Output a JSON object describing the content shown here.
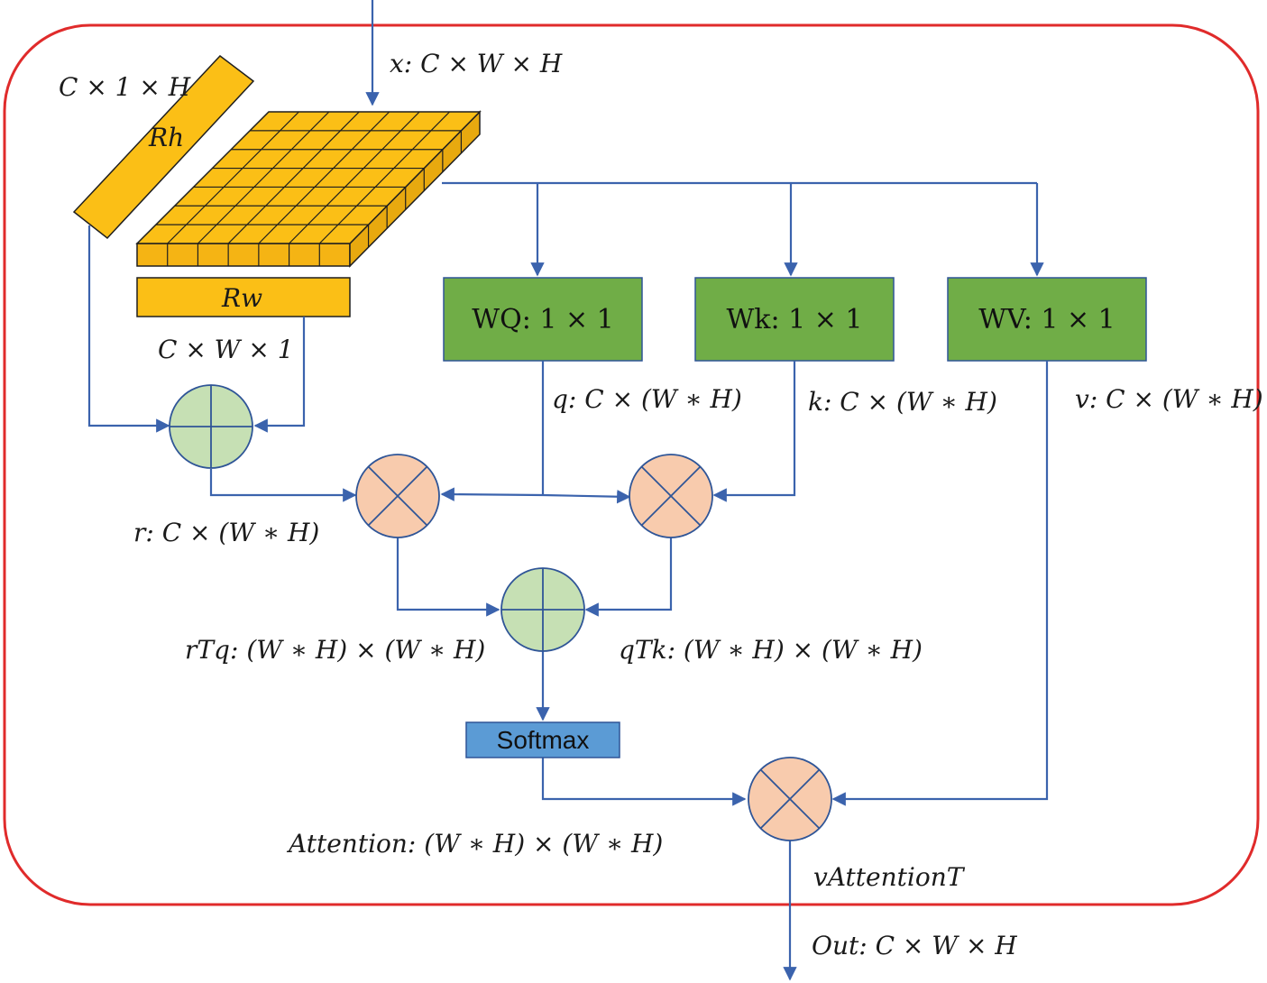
{
  "colors": {
    "panel_border": "#e02b2b",
    "flow_line": "#3b63ad",
    "tensor_fill": "#fbbf16",
    "tensor_edge": "#1f1f1f",
    "conv_fill": "#70ad47",
    "softmax_fill": "#5b9bd5",
    "sum_node_fill": "#c6e0b4",
    "mul_node_fill": "#f8cbad",
    "node_edge": "#2f5597"
  },
  "input": {
    "label": "x: C × W × H"
  },
  "rh": {
    "name": "Rh",
    "shape": "C × 1 × H"
  },
  "rw": {
    "name": "Rw",
    "shape": "C × W × 1"
  },
  "convs": [
    {
      "id": "wq",
      "label": "WQ: 1 × 1",
      "output": "q: C × (W ∗ H)"
    },
    {
      "id": "wk",
      "label": "Wk: 1 × 1",
      "output": "k: C × (W ∗ H)"
    },
    {
      "id": "wv",
      "label": "WV: 1 × 1",
      "output": "v: C × (W ∗ H)"
    }
  ],
  "nodes": {
    "r_sum": {
      "op": "sum-icon",
      "output": "r: C × (W ∗ H)"
    },
    "rq_mul": {
      "op": "multiply-icon",
      "output": "rTq: (W ∗ H) × (W ∗ H)"
    },
    "qk_mul": {
      "op": "multiply-icon",
      "output": "qTk: (W ∗ H) × (W ∗ H)"
    },
    "logits_sum": {
      "op": "sum-icon"
    },
    "v_mul": {
      "op": "multiply-icon",
      "output": "vAttentionT"
    }
  },
  "softmax": {
    "label": "Softmax",
    "output": "Attention: (W ∗ H) × (W ∗ H)"
  },
  "output": {
    "label": "Out: C × W × H"
  }
}
